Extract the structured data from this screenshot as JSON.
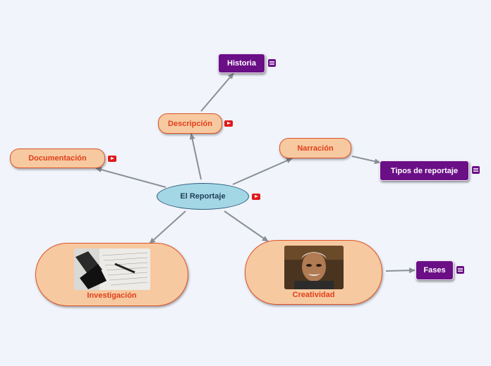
{
  "nodes": {
    "central": "El Reportaje",
    "descripcion": "Descripción",
    "historia": "Historia",
    "documentacion": "Documentación",
    "narracion": "Narración",
    "tipos": "Tipos de reportaje",
    "investigacion": "Investigación",
    "creatividad": "Creatividad",
    "fases": "Fases"
  },
  "icons": {
    "video": "youtube-icon",
    "note": "note-icon"
  },
  "colors": {
    "orange_fill": "#f7c9a0",
    "orange_border": "#e0542a",
    "orange_text": "#e0401c",
    "purple": "#6a0f86",
    "central_fill": "#a4d7e6",
    "link": "#8a8f96"
  }
}
